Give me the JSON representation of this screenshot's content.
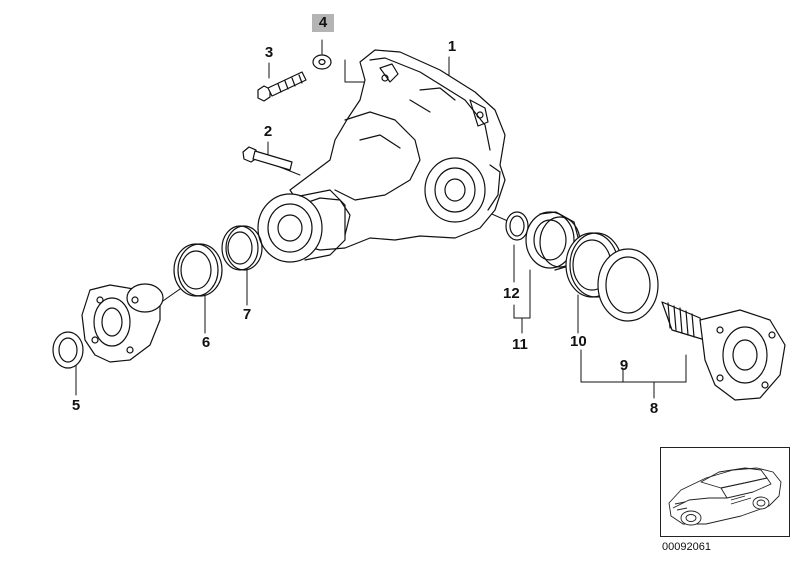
{
  "callouts": {
    "c1": "1",
    "c2": "2",
    "c3": "3",
    "c4": "4",
    "c5": "5",
    "c6": "6",
    "c7": "7",
    "c8": "8",
    "c9": "9",
    "c10": "10",
    "c11": "11",
    "c12": "12"
  },
  "catalog_number": "00092061",
  "colors": {
    "line": "#111111",
    "highlight": "#b4b4b4",
    "paper": "#ffffff"
  }
}
